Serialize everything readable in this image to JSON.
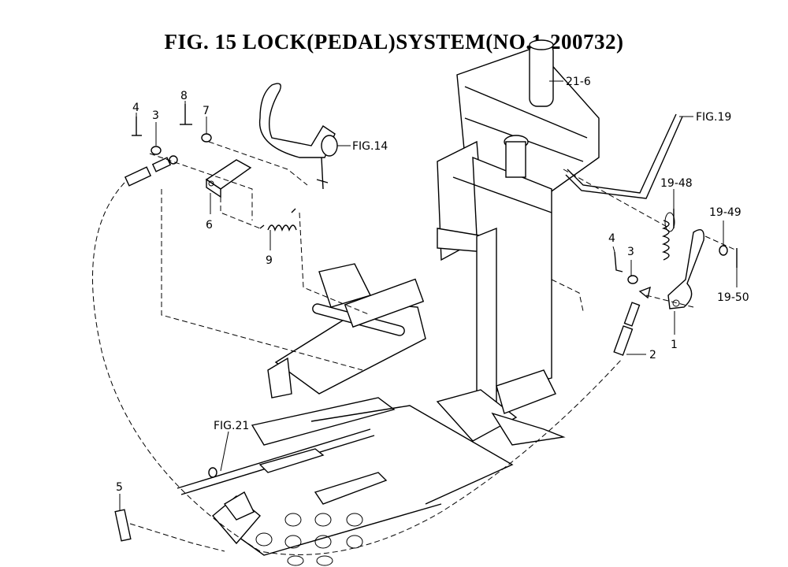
{
  "title": "FIG. 15  LOCK(PEDAL)SYSTEM(NO.1-200732)",
  "callouts": {
    "p1": "1",
    "p2": "2",
    "p3_left": "3",
    "p3_right": "3",
    "p4_left": "4",
    "p4_right": "4",
    "p5": "5",
    "p6": "6",
    "p7": "7",
    "p8": "8",
    "p9": "9",
    "p21_6": "21-6",
    "p19_48": "19-48",
    "p19_49": "19-49",
    "p19_50": "19-50",
    "fig14": "FIG.14",
    "fig19": "FIG.19",
    "fig21": "FIG.21"
  }
}
